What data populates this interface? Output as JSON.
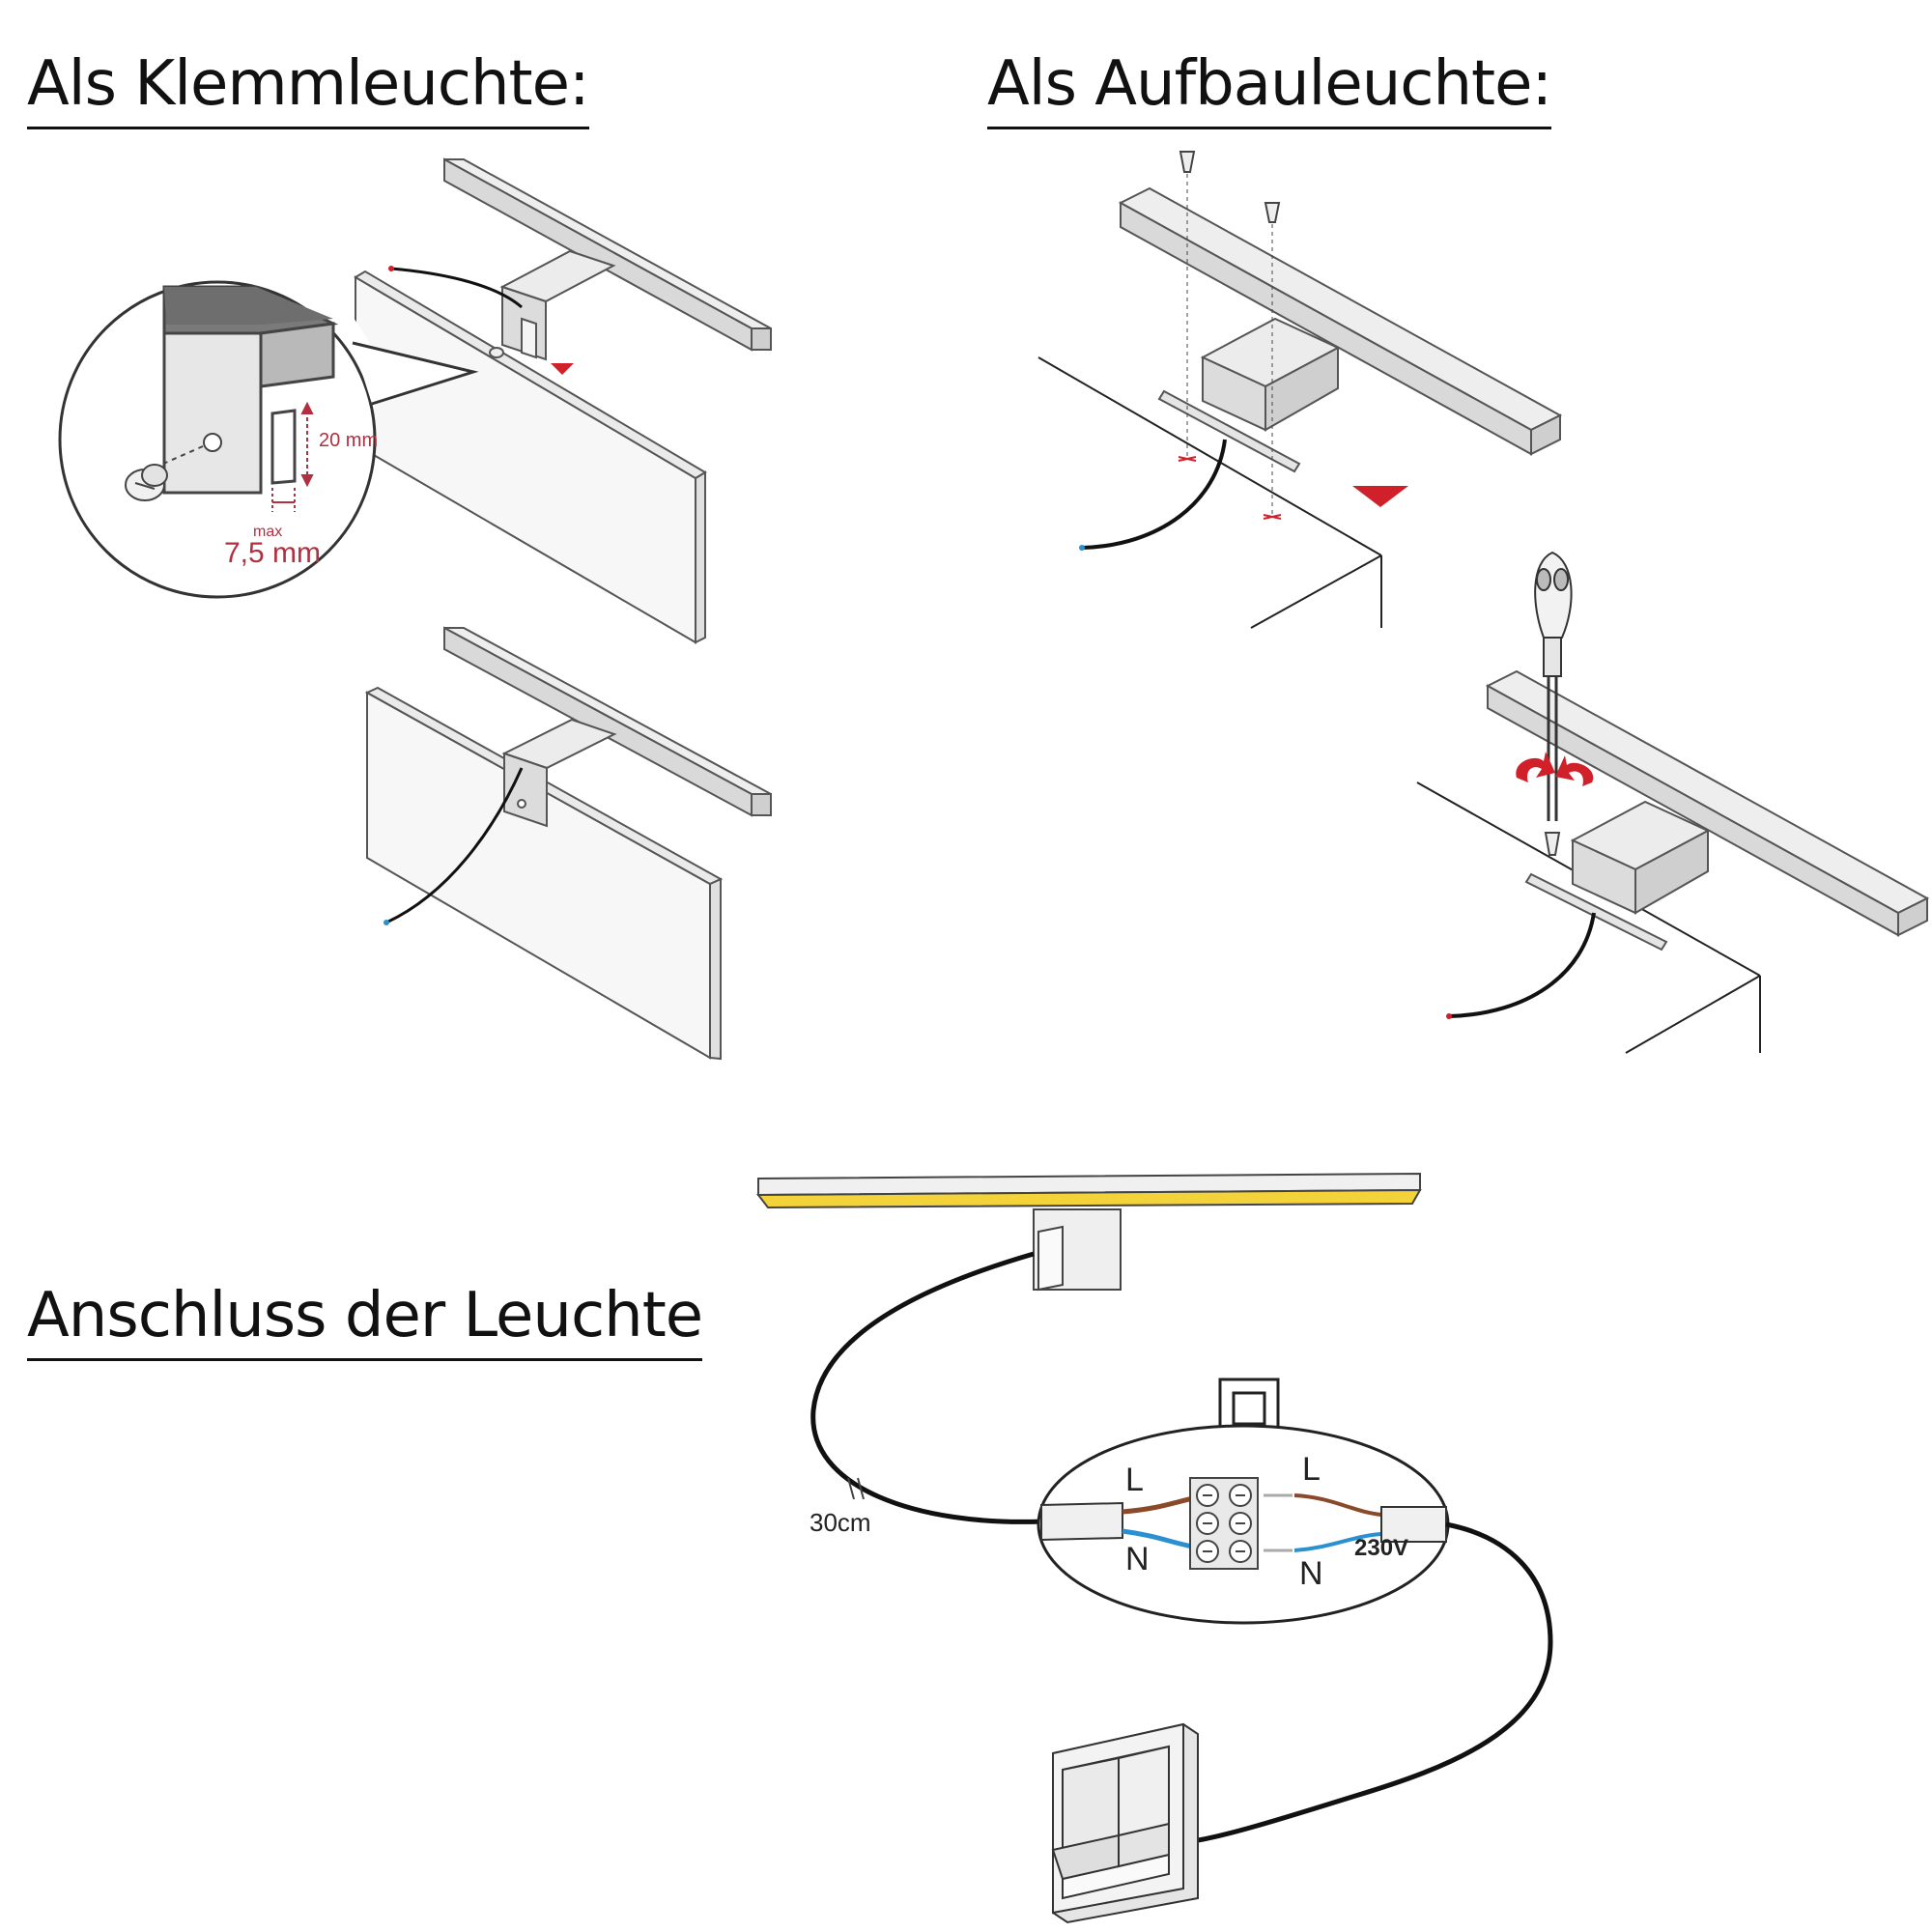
{
  "headings": {
    "clamp": "Als Klemmleuchte:",
    "surface": "Als Aufbauleuchte:",
    "connection": "Anschluss der Leuchte"
  },
  "detail": {
    "height": "20 mm",
    "max_label": "max",
    "max_value": "7,5 mm"
  },
  "wiring": {
    "cable_length": "30cm",
    "left_L": "L",
    "left_N": "N",
    "right_L": "L",
    "right_N": "N",
    "voltage": "230V"
  },
  "colors": {
    "accent_red": "#d0202a",
    "wire_brown": "#8a4a2a",
    "wire_blue": "#2a90d0",
    "led_yellow": "#f3d23a",
    "metal": "#e6e6e6",
    "outline": "#555555"
  }
}
